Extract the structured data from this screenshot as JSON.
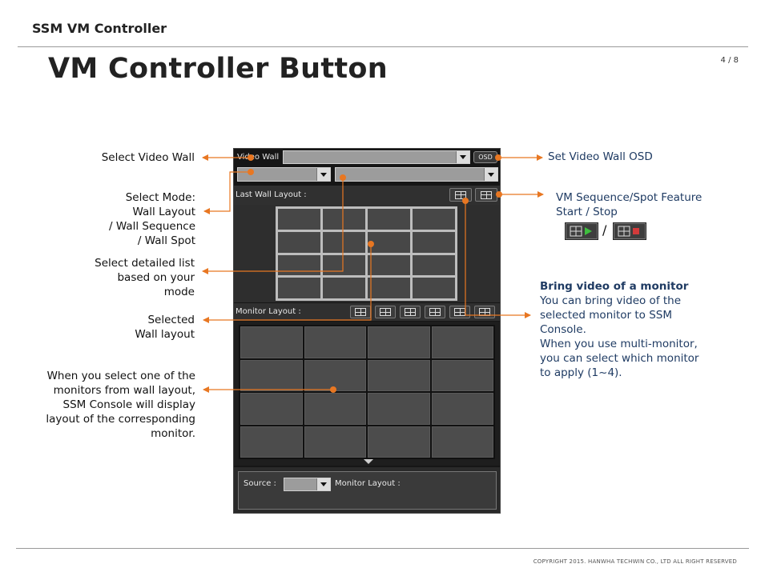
{
  "header": {
    "brand": "SSM VM Controller",
    "title": "VM Controller Button",
    "page": "4 / 8"
  },
  "footer": {
    "copyright": "COPYRIGHT 2015. HANWHA TECHWIN CO., LTD ALL RIGHT RESERVED"
  },
  "panel": {
    "video_wall_label": "Video Wall",
    "osd_label": "OSD",
    "last_wall_layout_label": "Last Wall Layout :",
    "monitor_layout_label": "Monitor Layout :",
    "source_label": "Source :",
    "source_monitor_layout_label": "Monitor Layout :",
    "wall_rows": 4,
    "wall_cols": 4,
    "monitor_rows": 4,
    "monitor_cols": 4
  },
  "annotations": {
    "select_video_wall": "Select Video Wall",
    "select_mode": [
      "Select Mode:",
      "Wall Layout",
      "/ Wall Sequence",
      "/ Wall Spot"
    ],
    "select_detailed": [
      "Select detailed list",
      "based on your",
      "mode"
    ],
    "selected_wall": [
      "Selected",
      "Wall layout"
    ],
    "select_monitor": [
      "When you select one of the",
      "monitors from wall layout,",
      "SSM Console will display",
      "layout of the corresponding",
      "monitor."
    ],
    "set_osd": "Set Video Wall OSD",
    "vm_sequence": [
      "VM Sequence/Spot Feature",
      "Start / Stop"
    ],
    "demo_separator": "/",
    "bring_video_title": "Bring video of a monitor",
    "bring_video_body": [
      "You can bring video of the",
      "selected monitor to SSM",
      "Console.",
      "When you use multi-monitor,",
      "you can select which monitor",
      "to apply (1~4)."
    ]
  },
  "colors": {
    "accent": "#e87722",
    "note_blue": "#1f3b63"
  }
}
